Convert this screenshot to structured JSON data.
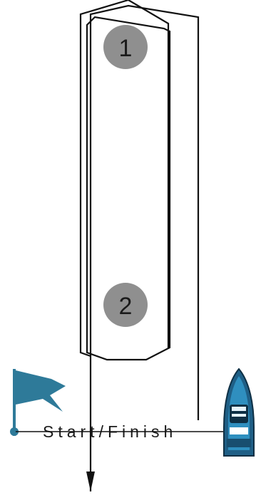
{
  "diagram": {
    "marks": [
      {
        "label": "1"
      },
      {
        "label": "2"
      }
    ],
    "start_finish_label": "Start/Finish",
    "colors": {
      "course_line": "#111111",
      "mark_fill": "#8f8f8f",
      "flag": "#2e7a99",
      "boat_hull": "#1f5f86",
      "boat_deck": "#2f8fbf"
    },
    "icons": {
      "flag": "flag-icon",
      "boat": "committee-boat-icon"
    }
  }
}
